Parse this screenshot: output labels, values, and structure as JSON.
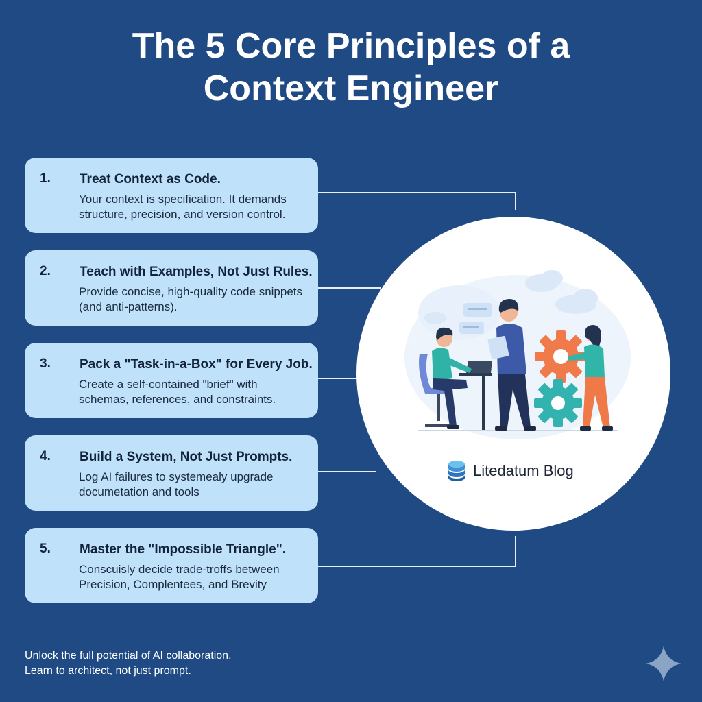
{
  "title": {
    "line1": "The 5 Core Principles of a",
    "line2": "Context Engineer"
  },
  "principles": [
    {
      "number": "1.",
      "heading": "Treat Context as Code.",
      "description": "Your context is specification. It demands structure, precision, and version control."
    },
    {
      "number": "2.",
      "heading": "Teach with Examples, Not Just Rules.",
      "description": "Provide concise, high-quality code snippets (and anti-patterns)."
    },
    {
      "number": "3.",
      "heading": "Pack a \"Task-in-a-Box\" for Every Job.",
      "description": "Create a self-contained \"brief\" with schemas, references, and constraints."
    },
    {
      "number": "4.",
      "heading": "Build a System, Not Just Prompts.",
      "description": "Log AI failures to systemealy upgrade documetation and tools"
    },
    {
      "number": "5.",
      "heading": "Master the \"Impossible Triangle\".",
      "description": "Conscuisly decide trade-troffs between Precision, Complentees, and Brevity"
    }
  ],
  "brand": {
    "name": "Litedatum Blog",
    "icon": "database-icon"
  },
  "footer": {
    "line1": "Unlock the full potential of AI collaboration.",
    "line2": "Learn to architect, not just prompt."
  },
  "colors": {
    "background": "#1f4a83",
    "card": "#bfe2fa",
    "gear_orange": "#f07a4a",
    "gear_teal": "#32b3b0",
    "person_blue": "#2f4f94"
  }
}
